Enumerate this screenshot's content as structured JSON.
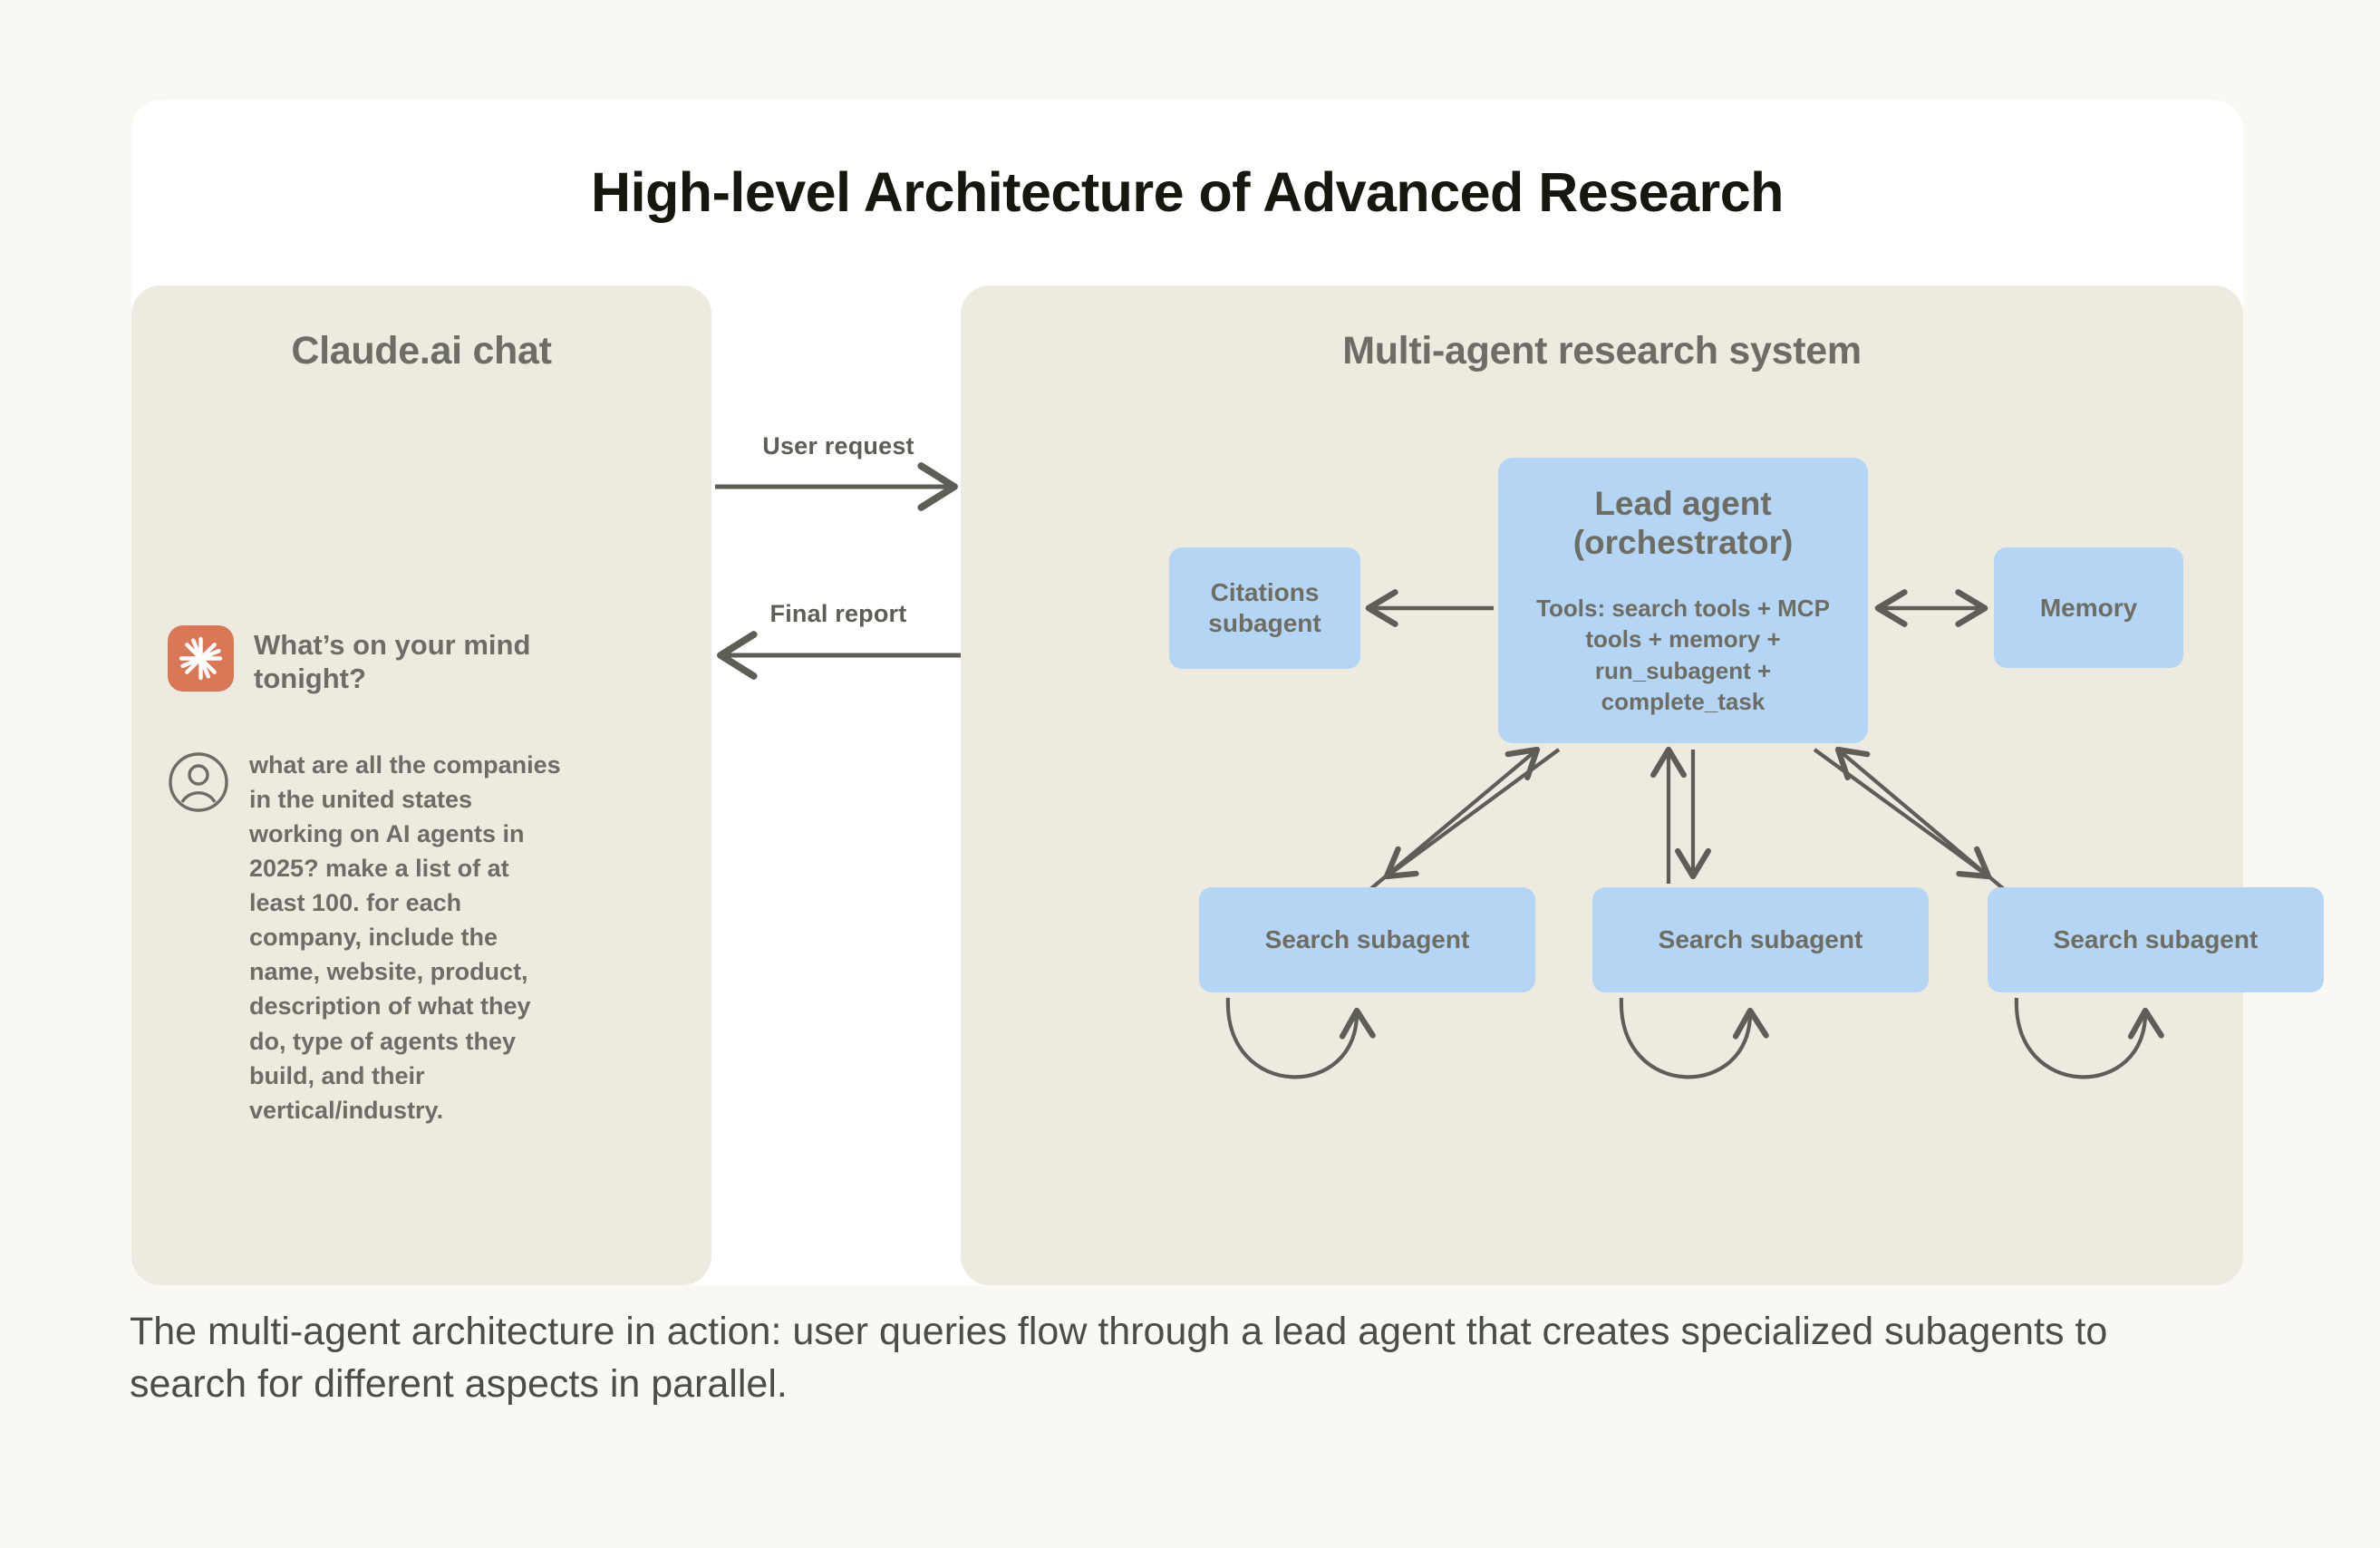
{
  "figure": {
    "title": "High-level Architecture of Advanced Research",
    "caption": "The multi-agent architecture in action: user queries flow through a lead agent that creates specialized subagents to search for different aspects in parallel."
  },
  "chat_panel": {
    "title": "Claude.ai chat",
    "assistant_greeting": "What’s on your mind tonight?",
    "user_message": "what are all the companies in the united states working on AI agents in 2025? make a list of at least 100. for each company, include the name, website, product, description of what they do, type of agents they build, and their vertical/industry.",
    "logo_icon": "claude-burst-icon",
    "user_icon": "user-avatar-icon"
  },
  "flow": {
    "user_request_label": "User request",
    "final_report_label": "Final report"
  },
  "system_panel": {
    "title": "Multi-agent research system",
    "lead_agent": {
      "title": "Lead agent\n(orchestrator)",
      "title_line_1": "Lead agent",
      "title_line_2": "(orchestrator)",
      "tools": "Tools: search tools + MCP tools + memory + run_subagent + complete_task"
    },
    "citations_subagent": {
      "label_line_1": "Citations",
      "label_line_2": "subagent"
    },
    "memory": {
      "label": "Memory"
    },
    "search_subagents": [
      {
        "label": "Search subagent"
      },
      {
        "label": "Search subagent"
      },
      {
        "label": "Search subagent"
      }
    ]
  },
  "colors": {
    "page_background": "#faf8f3",
    "card_background": "#ffffff",
    "panel_background": "#edebe0",
    "node_blue": "#b4d5f4",
    "text_gray": "#6d6d63",
    "title_black": "#17160f",
    "accent_orange": "#d97757",
    "arrow_gray": "#5e5e57"
  }
}
